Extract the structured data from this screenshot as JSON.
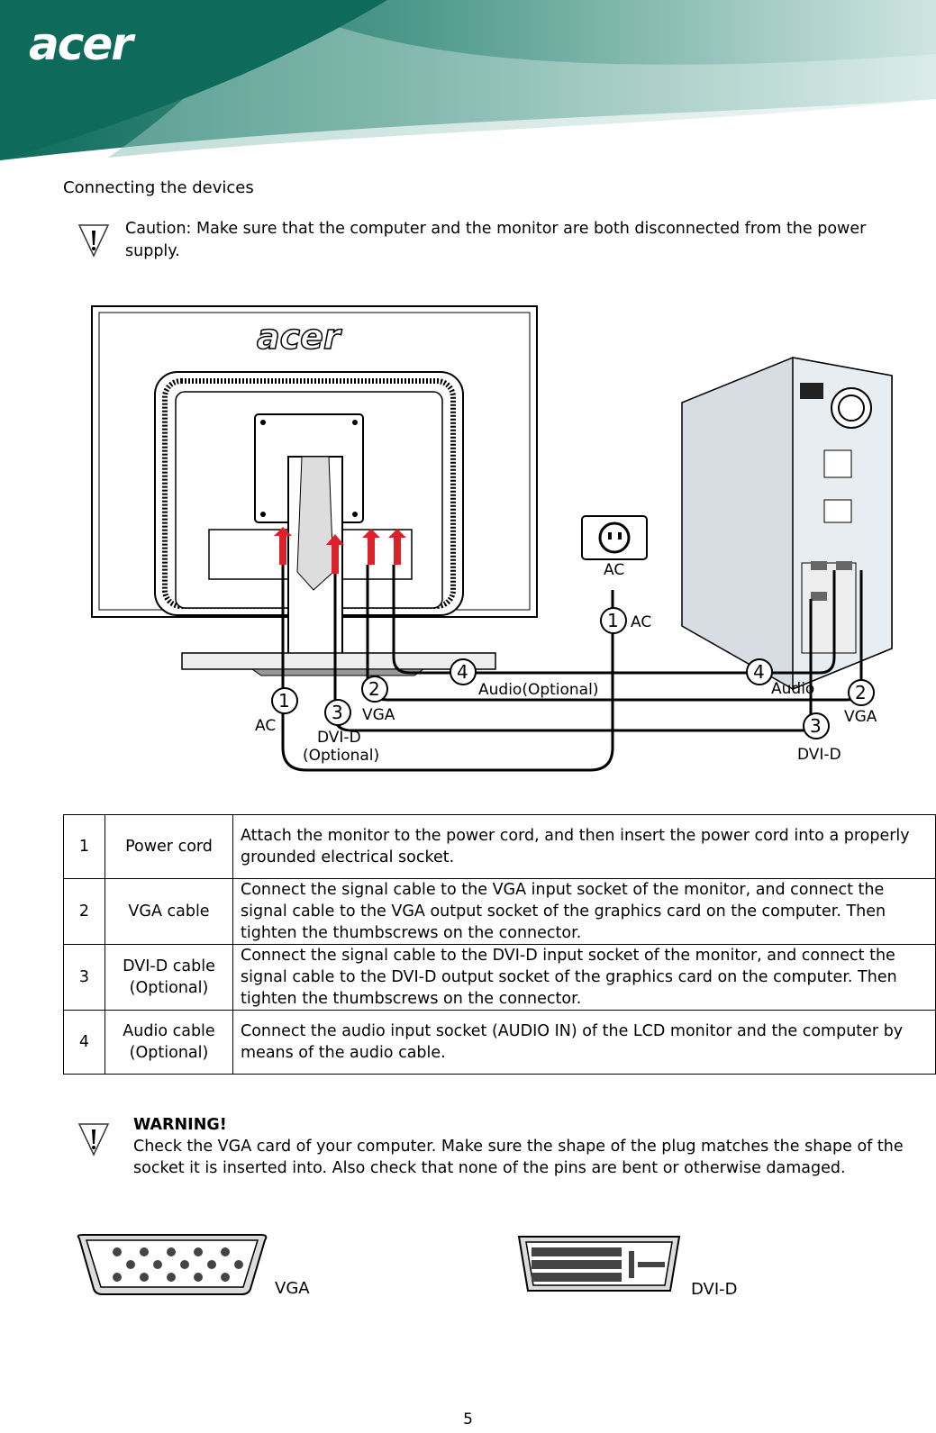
{
  "brand": {
    "logo_text": "acer"
  },
  "page": {
    "section_title": "Connecting the devices",
    "caution_label": "Caution:",
    "caution_text": " Make sure that the computer and the monitor are both disconnected from the power supply.",
    "number": "5"
  },
  "diagram": {
    "monitor_logo": "acer",
    "outlet_label": "AC",
    "pc_ac_label": "AC",
    "monitor_ac_label": "AC",
    "monitor_vga_label": "VGA",
    "monitor_dvi_label": "DVI-D",
    "monitor_dvi_optional": "(Optional)",
    "audio_optional_label": "Audio(Optional)",
    "pc_audio_label": "Audio",
    "pc_vga_label": "VGA",
    "pc_dvi_label": "DVI-D",
    "callouts": [
      "1",
      "2",
      "3",
      "4"
    ]
  },
  "table": {
    "rows": [
      {
        "num": "1",
        "name": "Power cord",
        "name_sub": "",
        "desc": "Attach the monitor to the power cord, and then insert the power cord into a properly grounded electrical socket."
      },
      {
        "num": "2",
        "name": "VGA cable",
        "name_sub": "",
        "desc": "Connect the signal cable to the VGA input socket of the monitor, and connect the signal cable to the VGA output socket of the graphics card on the computer. Then tighten the thumbscrews on the connector."
      },
      {
        "num": "3",
        "name": "DVI-D cable",
        "name_sub": "(Optional)",
        "desc": "Connect the signal cable to the DVI-D input socket of the monitor, and connect the signal cable to the DVI-D output socket of the graphics card on the computer. Then tighten the thumbscrews on the connector."
      },
      {
        "num": "4",
        "name": "Audio cable",
        "name_sub": "(Optional)",
        "desc": "Connect the audio input socket (AUDIO IN) of the LCD monitor and the computer by means of the audio cable."
      }
    ]
  },
  "warning": {
    "title": "WARNING!",
    "text": "Check the VGA card of your computer. Make sure the shape of the plug matches the shape of the socket it is inserted into. Also check that none of the pins are bent or otherwise damaged."
  },
  "connectors": {
    "vga_label": "VGA",
    "dvi_label": "DVI-D"
  },
  "colors": {
    "banner_dark": "#0e6b5c",
    "banner_light": "#bcd9d4",
    "arrow_red": "#d8232a"
  }
}
